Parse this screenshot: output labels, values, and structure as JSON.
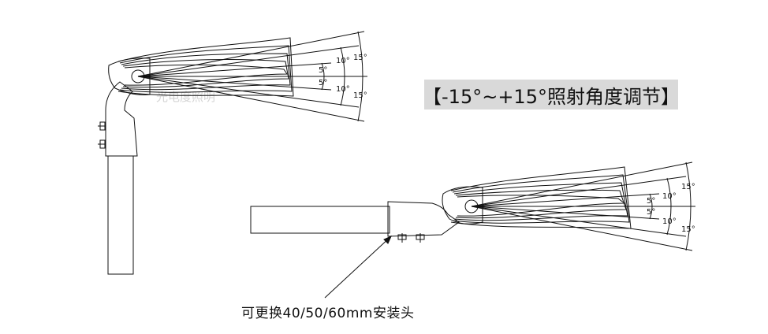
{
  "title": "【-15°~+15°照射角度调节】",
  "mount_note": "可更换40/50/60mm安装头",
  "watermark": "光电度照明",
  "angle_labels": {
    "upper_outer": "15°",
    "upper_mid": "10°",
    "upper_inner": "5°",
    "lower_inner": "5°",
    "lower_mid": "10°",
    "lower_outer": "15°"
  },
  "colors": {
    "line": "#111111",
    "title_bg": "#d9d9d9"
  }
}
